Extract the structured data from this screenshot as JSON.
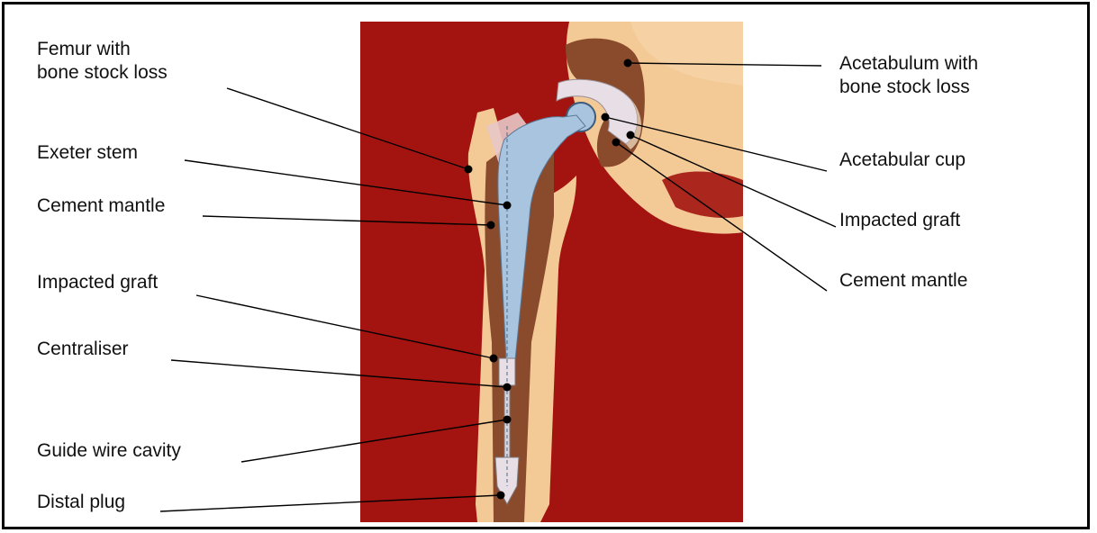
{
  "labels_left": {
    "femur_line1": "Femur with",
    "femur_line2": "bone stock loss",
    "exeter_stem": "Exeter stem",
    "cement_mantle": "Cement mantle",
    "impacted_graft": "Impacted graft",
    "centraliser": "Centraliser",
    "guide_wire_cavity": "Guide wire cavity",
    "distal_plug": "Distal plug"
  },
  "labels_right": {
    "acetabulum_line1": "Acetabulum with",
    "acetabulum_line2": "bone stock loss",
    "acetabular_cup": "Acetabular cup",
    "impacted_graft": "Impacted graft",
    "cement_mantle": "Cement mantle"
  },
  "colors": {
    "background": "#a31410",
    "bone": "#f3c996",
    "graft": "#8a4a2c",
    "stem": "#a8c4df",
    "cup": "#e8dfe6"
  }
}
